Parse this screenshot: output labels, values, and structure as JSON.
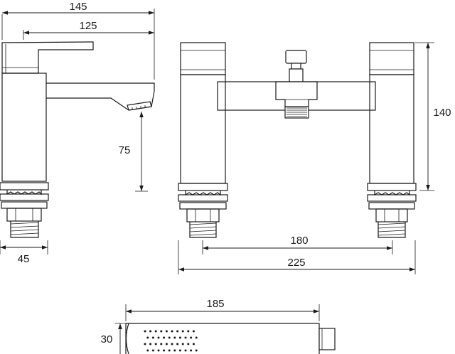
{
  "dimensions": {
    "basin_width": "145",
    "spout_reach": "125",
    "spout_height": "75",
    "tail_width": "45",
    "bath_centres": "180",
    "bath_width": "225",
    "bath_height": "140",
    "handset_length": "185",
    "handset_diameter": "30"
  },
  "colors": {
    "line": "#1a1a1a",
    "background": "#ffffff"
  },
  "icons": {
    "arrowheads": "dimension-arrow",
    "thread": "zigzag-thread"
  }
}
